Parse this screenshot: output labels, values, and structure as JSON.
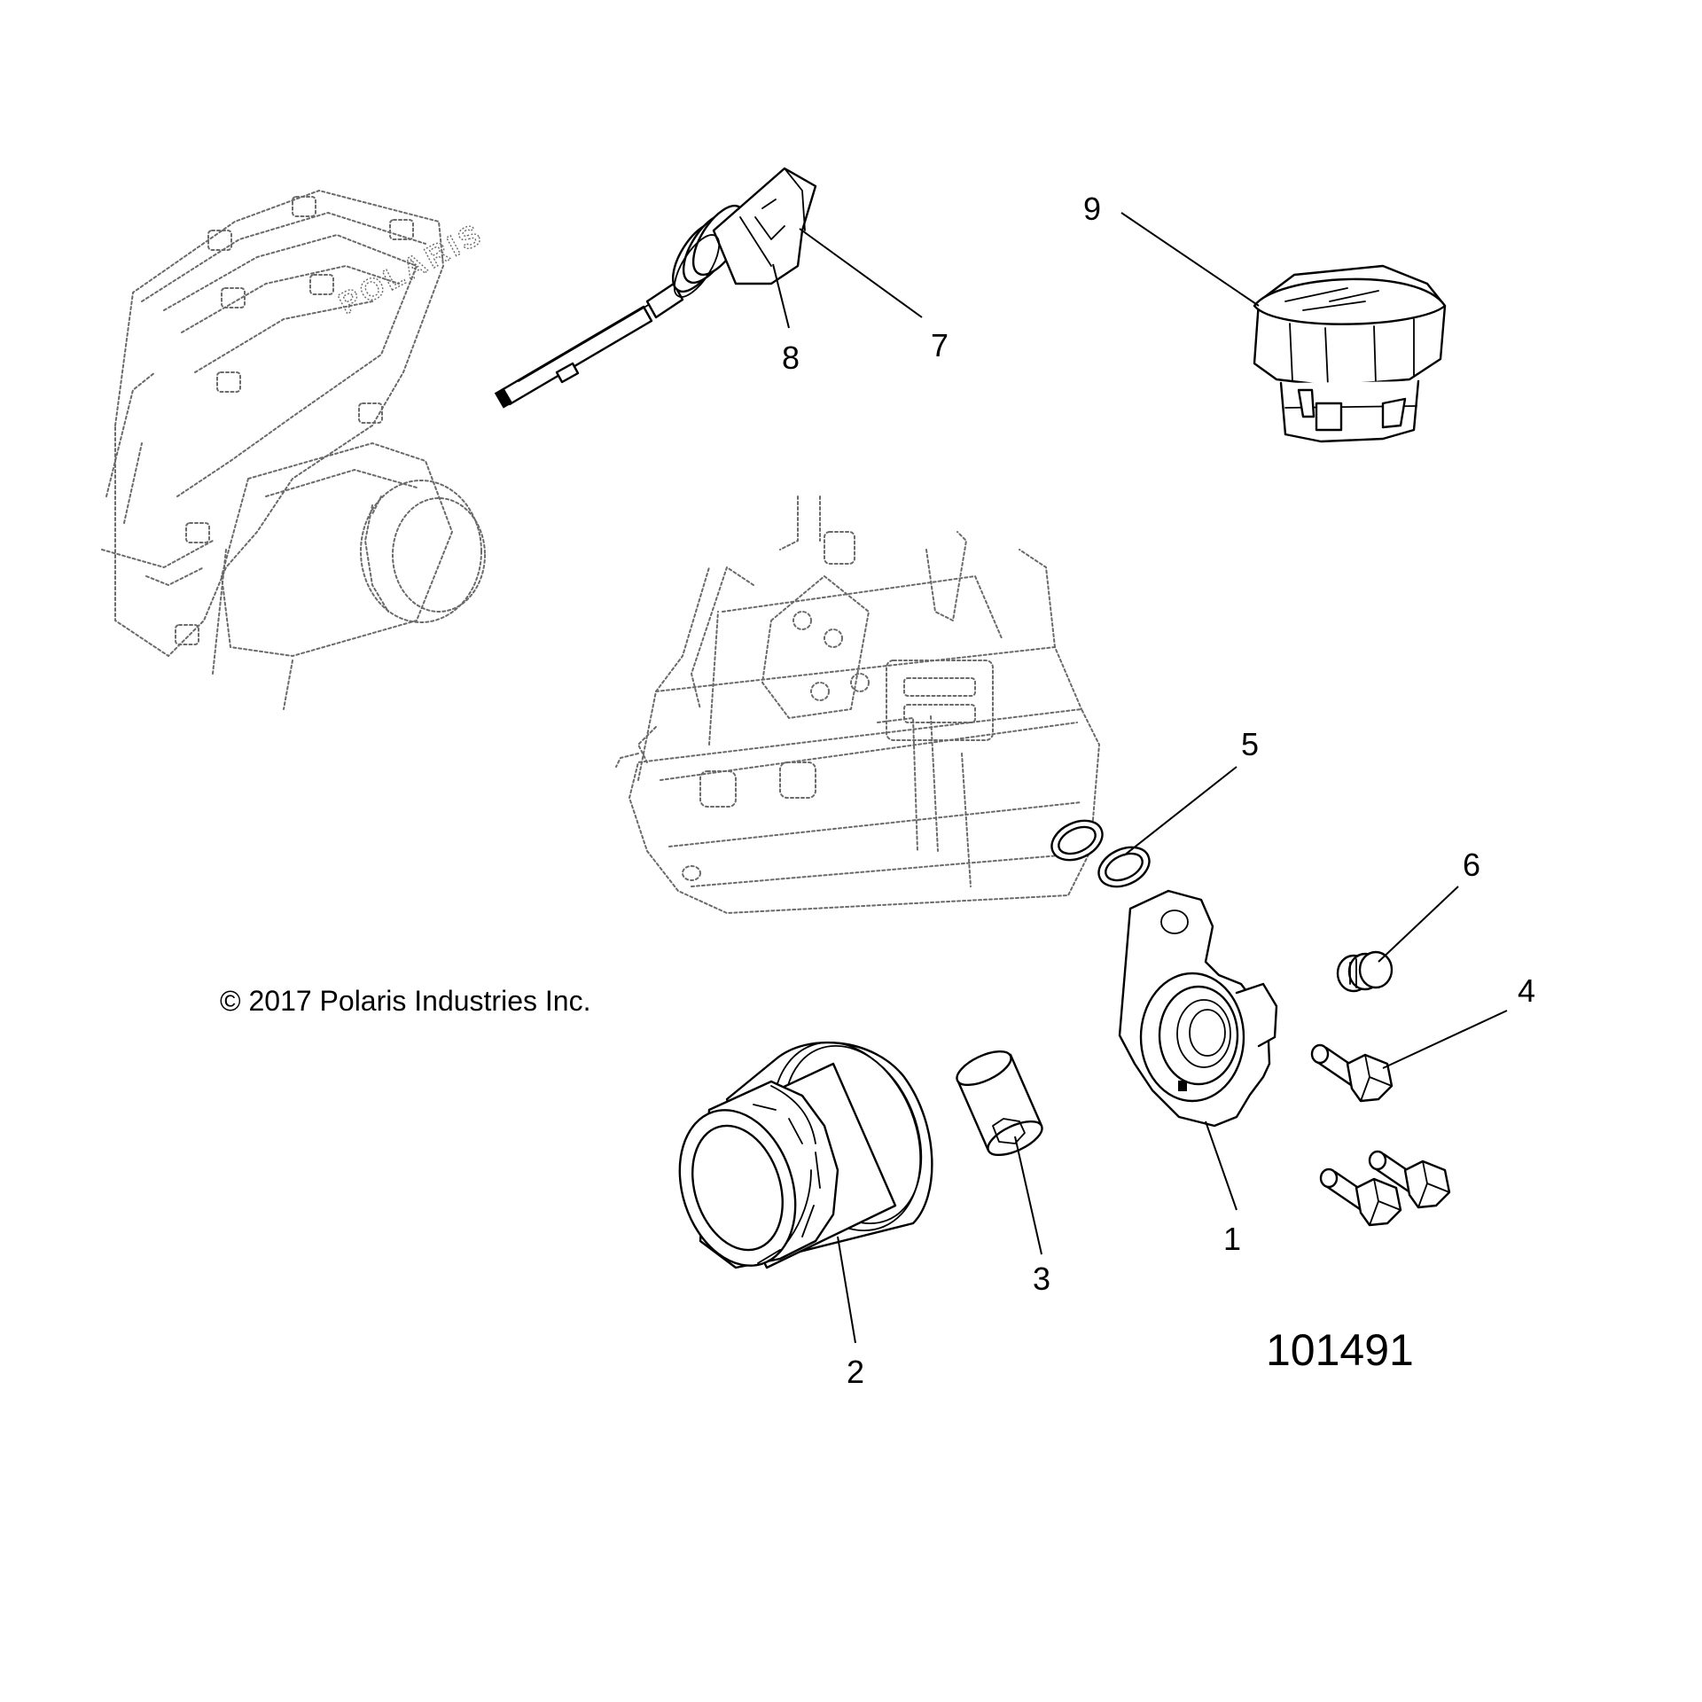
{
  "diagram": {
    "copyright": "© 2017 Polaris Industries Inc.",
    "drawing_number": "101491",
    "engine_logo_text": "POLARIS",
    "callouts": [
      {
        "id": "1",
        "label": "1"
      },
      {
        "id": "2",
        "label": "2"
      },
      {
        "id": "3",
        "label": "3"
      },
      {
        "id": "4",
        "label": "4"
      },
      {
        "id": "5",
        "label": "5"
      },
      {
        "id": "6",
        "label": "6"
      },
      {
        "id": "7",
        "label": "7"
      },
      {
        "id": "8",
        "label": "8"
      },
      {
        "id": "9",
        "label": "9"
      }
    ]
  }
}
